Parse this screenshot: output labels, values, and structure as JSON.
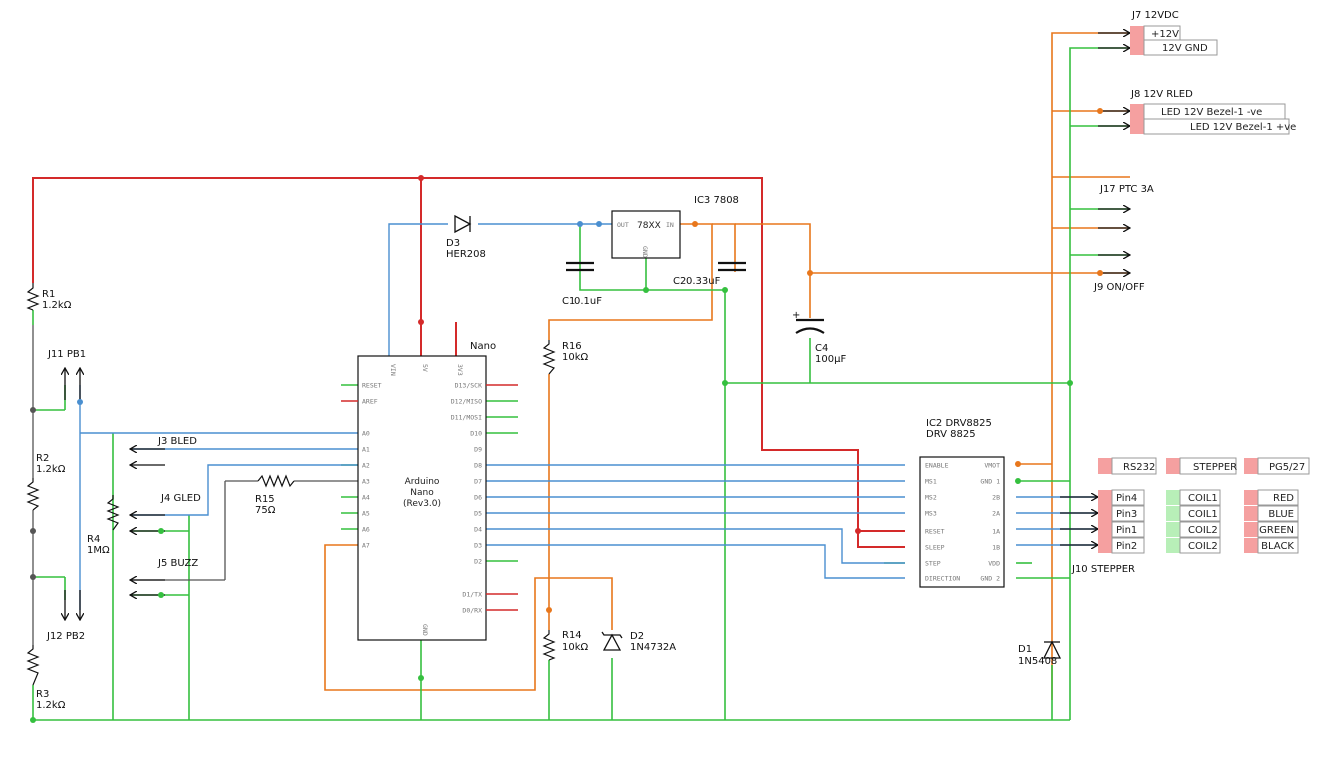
{
  "colors": {
    "red": "#d42a2a",
    "orange": "#e8771c",
    "blue": "#4a8fd0",
    "green": "#35c03f",
    "wire_dark": "#555555",
    "pin_red": "#f5a0a0",
    "pin_green": "#b8efb8"
  },
  "components": {
    "r1": {
      "ref": "R1",
      "value": "1.2kΩ"
    },
    "r2": {
      "ref": "R2",
      "value": "1.2kΩ"
    },
    "r3": {
      "ref": "R3",
      "value": "1.2kΩ"
    },
    "r4": {
      "ref": "R4",
      "value": "1MΩ"
    },
    "r14": {
      "ref": "R14",
      "value": "10kΩ"
    },
    "r15": {
      "ref": "R15",
      "value": "75Ω"
    },
    "r16": {
      "ref": "R16",
      "value": "10kΩ"
    },
    "c1": {
      "ref": "C1",
      "value": "0.1uF"
    },
    "c2": {
      "ref": "C2",
      "value": "0.33uF"
    },
    "c4": {
      "ref": "C4",
      "value": "100µF"
    },
    "d1": {
      "ref": "D1",
      "value": "1N5408"
    },
    "d2": {
      "ref": "D2",
      "value": "1N4732A"
    },
    "d3": {
      "ref": "D3",
      "value": "HER208"
    },
    "ic3": {
      "ref": "IC3 7808",
      "body": "78XX",
      "pin_out": "OUT",
      "pin_in": "IN",
      "pin_gnd": "GND"
    },
    "ic2": {
      "ref": "IC2 DRV8825",
      "value": "DRV 8825"
    },
    "nano": {
      "ref": "Nano",
      "line1": "Arduino",
      "line2": "Nano",
      "line3": "(Rev3.0)"
    }
  },
  "nano_top_pins": [
    "VIN",
    "5V",
    "3V3"
  ],
  "nano_bottom_pin": "GND",
  "nano_left_pins": [
    "RESET",
    "AREF",
    "A0",
    "A1",
    "A2",
    "A3",
    "A4",
    "A5",
    "A6",
    "A7"
  ],
  "nano_right_pins": [
    "D13/SCK",
    "D12/MISO",
    "D11/MOSI",
    "D10",
    "D9",
    "D8",
    "D7",
    "D6",
    "D5",
    "D4",
    "D3",
    "D2",
    "D1/TX",
    "D0/RX"
  ],
  "drv_left_pins": [
    "ENABLE",
    "MS1",
    "MS2",
    "MS3",
    "RESET",
    "SLEEP",
    "STEP",
    "DIRECTION"
  ],
  "drv_right_pins": [
    "VMOT",
    "GND 1",
    "2B",
    "2A",
    "1A",
    "1B",
    "VDD",
    "GND 2"
  ],
  "connectors": {
    "j3": "J3 BLED",
    "j4": "J4 GLED",
    "j5": "J5 BUZZ",
    "j7": {
      "label": "J7 12VDC",
      "pins": [
        "+12V",
        "12V GND"
      ]
    },
    "j8": {
      "label": "J8 12V RLED",
      "pins": [
        "LED 12V Bezel-1 -ve",
        "LED 12V Bezel-1 +ve"
      ]
    },
    "j9": "J9 ON/OFF",
    "j10": {
      "label": "J10 STEPPER",
      "pins": [
        "Pin4",
        "Pin3",
        "Pin1",
        "Pin2"
      ]
    },
    "j11": "J11 PB1",
    "j12": "J12 PB2",
    "j17": "J17 PTC 3A"
  },
  "legend": {
    "headers": [
      "RS232",
      "STEPPER",
      "PG5/27"
    ],
    "coil_col": [
      "COIL1",
      "COIL1",
      "COIL2",
      "COIL2"
    ],
    "color_col": [
      "RED",
      "BLUE",
      "GREEN",
      "BLACK"
    ]
  }
}
